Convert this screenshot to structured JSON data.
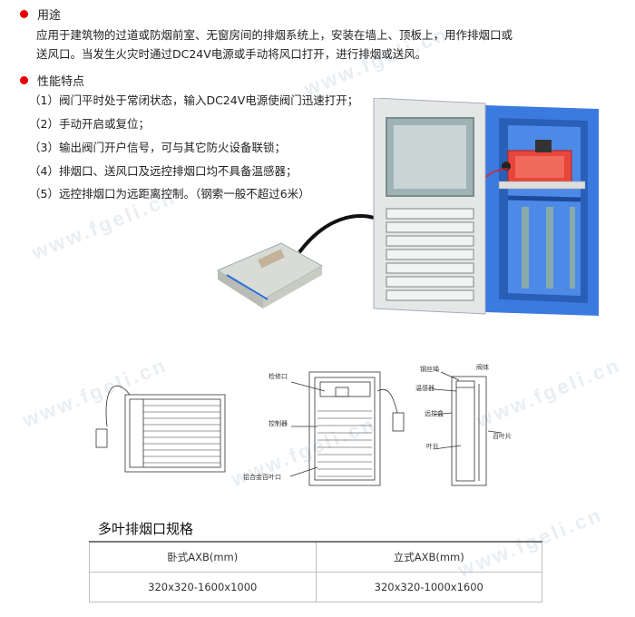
{
  "usage": {
    "heading": "用途",
    "line1": "应用于建筑物的过道或防烟前室、无窗房间的排烟系统上，安装在墙上、顶板上，用作排烟口或",
    "line2": "送风口。当发生火灾时通过DC24V电源或手动将风口打开，进行排烟或送风。"
  },
  "features": {
    "heading": "性能特点",
    "items": [
      "（1）阀门平时处于常闭状态，输入DC24V电源使阀门迅速打开；",
      "（2）手动开启或复位；",
      "（3）输出阀门开户信号，可与其它防火设备联锁；",
      "（4）排烟口、送风口及远控排烟口均不具备温感器；",
      "（5）远控排烟口为远距离控制。（钢索一般不超过6米）"
    ]
  },
  "diagram_labels": {
    "inspection_port": "检修口",
    "controller": "控制器",
    "louver": "铝合金百叶口",
    "wire_rope": "钢丝绳",
    "valve_body": "阀体",
    "temp_sensor": "温感器",
    "remote_box": "远控盒",
    "blade1": "叶片",
    "blade2": "百叶片"
  },
  "spec": {
    "title": "多叶排烟口规格",
    "headers": [
      "卧式AXB(mm)",
      "立式AXB(mm)"
    ],
    "row": [
      "320x320-1600x1000",
      "320x320-1000x1600"
    ]
  },
  "colors": {
    "bullet": "#e60000",
    "frame_blue": "#2f6fd6",
    "actuator_red": "#e8463a",
    "panel_grey": "#dfe3e3"
  }
}
